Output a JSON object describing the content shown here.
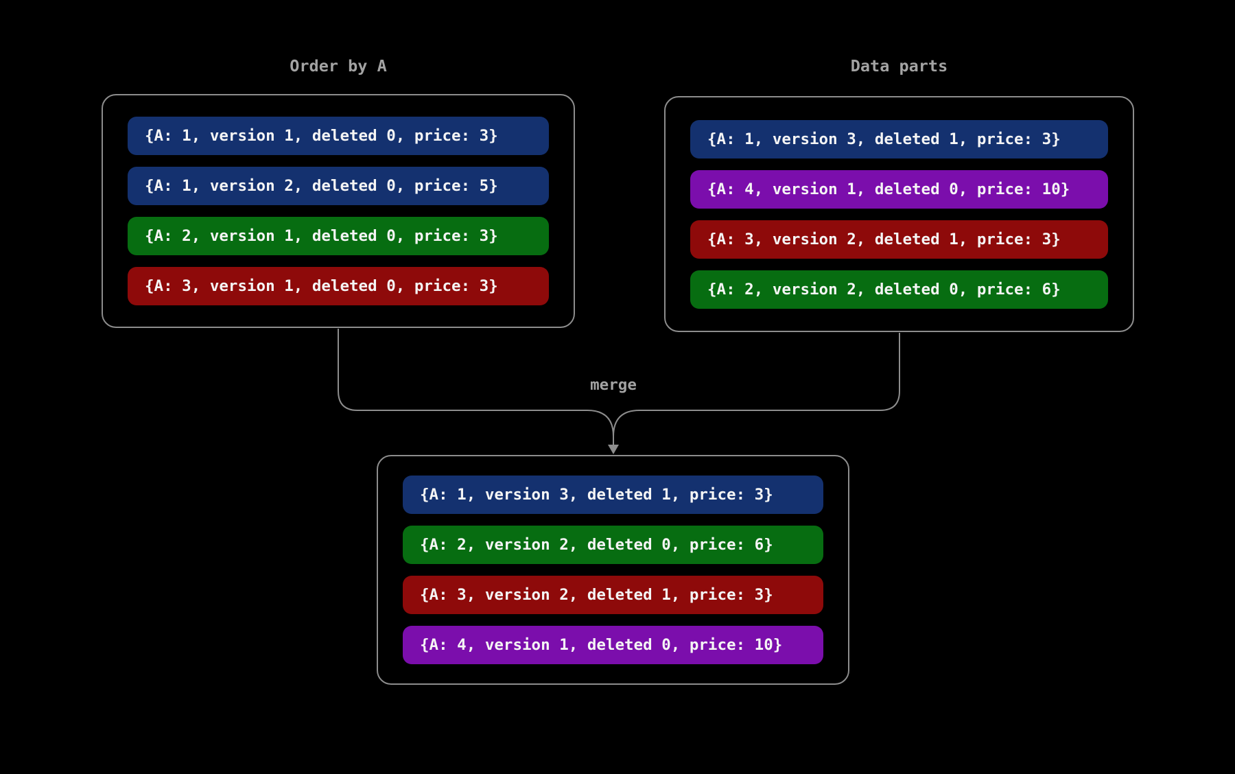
{
  "canvas": {
    "background": "#000000"
  },
  "colors": {
    "blue": "#14316f",
    "green": "#076d11",
    "red": "#8e0a0a",
    "purple": "#7b0eac",
    "line": "#8d8d8d",
    "title_text": "#a3a3a3",
    "pill_text": "#f5f5f5"
  },
  "left_box": {
    "title": "Order by A",
    "items": [
      {
        "text": "{A: 1, version 1, deleted 0, price: 3}",
        "color": "blue"
      },
      {
        "text": "{A: 1, version 2, deleted 0, price: 5}",
        "color": "blue"
      },
      {
        "text": "{A: 2, version 1, deleted 0, price: 3}",
        "color": "green"
      },
      {
        "text": "{A: 3, version 1, deleted 0, price: 3}",
        "color": "red"
      }
    ]
  },
  "right_box": {
    "title": "Data parts",
    "items": [
      {
        "text": "{A: 1, version 3, deleted 1, price: 3}",
        "color": "blue"
      },
      {
        "text": "{A: 4, version 1, deleted 0, price: 10}",
        "color": "purple"
      },
      {
        "text": "{A: 3, version 2, deleted 1, price: 3}",
        "color": "red"
      },
      {
        "text": "{A: 2, version 2, deleted 0, price: 6}",
        "color": "green"
      }
    ]
  },
  "merge": {
    "label": "merge"
  },
  "bottom_box": {
    "items": [
      {
        "text": "{A: 1, version 3, deleted 1, price: 3}",
        "color": "blue"
      },
      {
        "text": "{A: 2, version 2, deleted 0, price: 6}",
        "color": "green"
      },
      {
        "text": "{A: 3, version 2, deleted 1, price: 3}",
        "color": "red"
      },
      {
        "text": "{A: 4, version 1, deleted 0, price: 10}",
        "color": "purple"
      }
    ]
  }
}
